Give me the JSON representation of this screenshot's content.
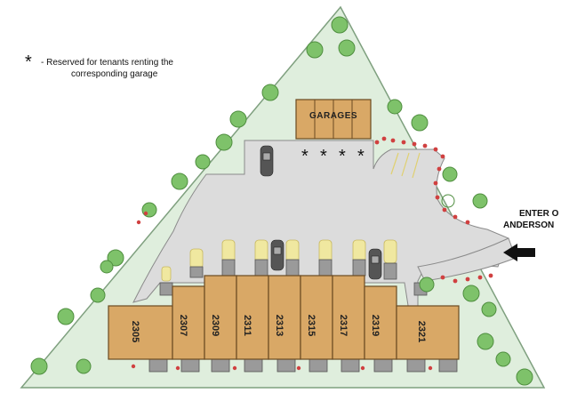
{
  "legend": {
    "symbol": "*",
    "line1": "Reserved for tenants renting the",
    "line2": "corresponding garage"
  },
  "garages_label": "GARAGES",
  "entry": {
    "line1": "ENTER O",
    "line2": "ANDERSON"
  },
  "reserved_marks": [
    "*",
    "*",
    "*",
    "*"
  ],
  "units": [
    "2305",
    "2307",
    "2309",
    "2311",
    "2313",
    "2315",
    "2317",
    "2319",
    "2321"
  ],
  "colors": {
    "lawn": "#dfeedd",
    "lawn_edge": "#7fa07f",
    "pavement": "#dcdcdc",
    "building": "#d9a866",
    "building_edge": "#6b4a22",
    "tree": "#7ec26a",
    "flower": "#d04040",
    "stall": "#f0e8a0",
    "car": "#444444"
  },
  "icons": {
    "entry_arrow": "arrow-left-icon",
    "tree": "tree-icon",
    "car": "car-icon"
  }
}
